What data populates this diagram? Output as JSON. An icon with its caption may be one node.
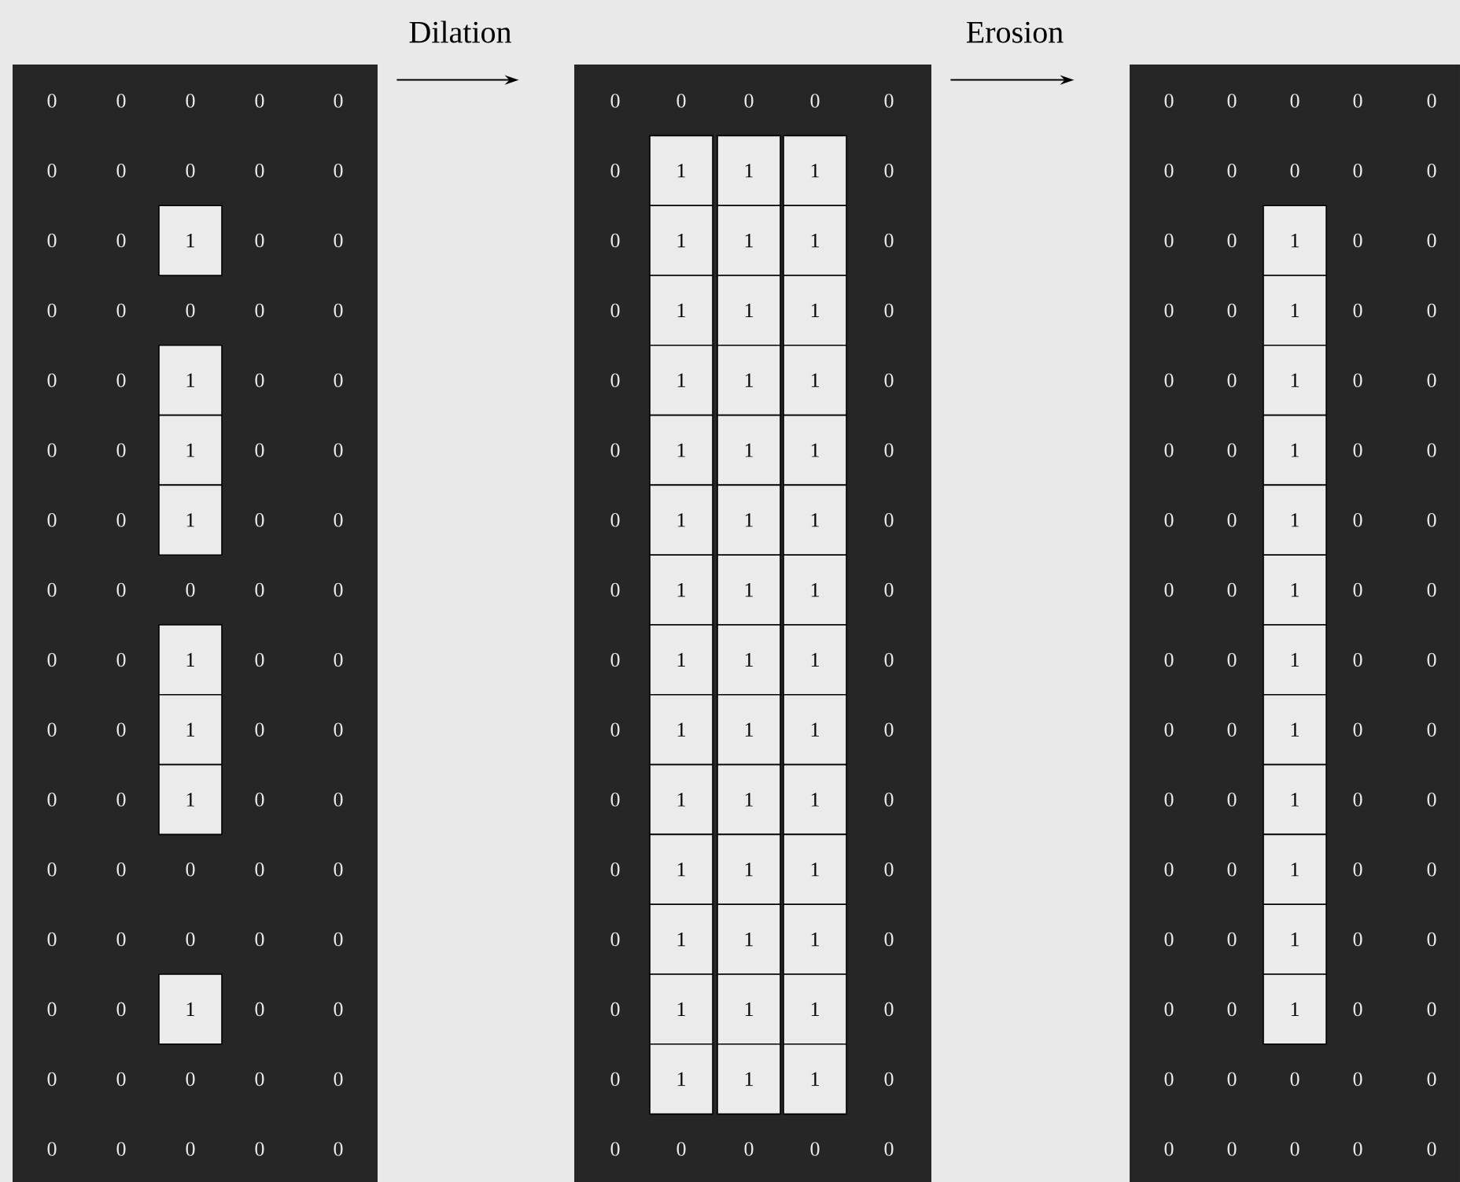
{
  "diagram": {
    "nodes": [
      {
        "text": [
          "0",
          "0",
          "0",
          "0",
          "0",
          "0",
          "0",
          "0",
          "0",
          "0",
          "0",
          "0",
          "1",
          "0",
          "0",
          "0",
          "0",
          "0",
          "0",
          "0",
          "0",
          "0",
          "1",
          "0",
          "0",
          "0",
          "0",
          "1",
          "0",
          "0",
          "0",
          "0",
          "1",
          "0",
          "0",
          "0",
          "0",
          "0",
          "0",
          "0",
          "0",
          "0",
          "1",
          "0",
          "0",
          "0",
          "0",
          "1",
          "0",
          "0",
          "0",
          "0",
          "1",
          "0",
          "0",
          "0",
          "0",
          "0",
          "0",
          "0",
          "0",
          "0",
          "0",
          "0",
          "0",
          "0",
          "0",
          "1",
          "0",
          "0",
          "0",
          "0",
          "0",
          "0",
          "0",
          "0",
          "0",
          "0",
          "0",
          "0"
        ]
      },
      {
        "text": [
          "0",
          "0",
          "0",
          "0",
          "0",
          "0",
          "1",
          "1",
          "1",
          "0",
          "0",
          "1",
          "1",
          "1",
          "0",
          "0",
          "1",
          "1",
          "1",
          "0",
          "0",
          "1",
          "1",
          "1",
          "0",
          "0",
          "1",
          "1",
          "1",
          "0",
          "0",
          "1",
          "1",
          "1",
          "0",
          "0",
          "1",
          "1",
          "1",
          "0",
          "0",
          "1",
          "1",
          "1",
          "0",
          "0",
          "1",
          "1",
          "1",
          "0",
          "0",
          "1",
          "1",
          "1",
          "0",
          "0",
          "1",
          "1",
          "1",
          "0",
          "0",
          "1",
          "1",
          "1",
          "0",
          "0",
          "1",
          "1",
          "1",
          "0",
          "0",
          "1",
          "1",
          "1",
          "0",
          "0",
          "0",
          "0",
          "0",
          "0"
        ]
      },
      {
        "text": [
          "0",
          "0",
          "0",
          "0",
          "0",
          "0",
          "0",
          "0",
          "0",
          "0",
          "0",
          "0",
          "1",
          "0",
          "0",
          "0",
          "0",
          "1",
          "0",
          "0",
          "0",
          "0",
          "1",
          "0",
          "0",
          "0",
          "0",
          "1",
          "0",
          "0",
          "0",
          "0",
          "1",
          "0",
          "0",
          "0",
          "0",
          "1",
          "0",
          "0",
          "0",
          "0",
          "1",
          "0",
          "0",
          "0",
          "0",
          "1",
          "0",
          "0",
          "0",
          "0",
          "1",
          "0",
          "0",
          "0",
          "0",
          "1",
          "0",
          "0",
          "0",
          "0",
          "1",
          "0",
          "0",
          "0",
          "0",
          "1",
          "0",
          "0",
          "0",
          "0",
          "0",
          "0",
          "0",
          "0",
          "0",
          "0",
          "0",
          "0"
        ]
      }
    ],
    "edges": [
      {
        "from": 0,
        "to": 1,
        "arrow": "to",
        "label": "Dilation"
      },
      {
        "from": 1,
        "to": 2,
        "arrow": "to",
        "label": "Erosion"
      }
    ]
  }
}
